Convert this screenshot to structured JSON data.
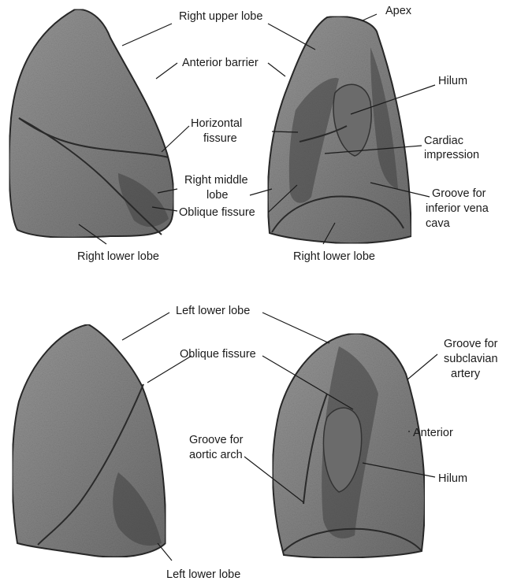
{
  "colors": {
    "lung_fill": "#8a8a8a",
    "lung_dark": "#4a4a4a",
    "outline": "#2b2b2b",
    "text": "#1a1a1a",
    "background": "#ffffff"
  },
  "right_lung": {
    "lateral_labels": {
      "upper_lobe": "Right upper lobe",
      "anterior_barrier": "Anterior barrier",
      "horizontal_fissure": [
        "Horizontal",
        "fissure"
      ],
      "middle_lobe": [
        "Right middle",
        "lobe"
      ],
      "oblique_fissure": "Oblique fissure",
      "lower_lobe": "Right lower lobe"
    },
    "medial_labels": {
      "apex": "Apex",
      "hilum": "Hilum",
      "cardiac_impression": [
        "Cardiac",
        "impression"
      ],
      "groove_ivc": [
        "Groove for",
        "inferior vena",
        "cava"
      ],
      "lower_lobe": "Right lower lobe"
    }
  },
  "left_lung": {
    "labels": {
      "lower_lobe_top": "Left lower lobe",
      "oblique_fissure": "Oblique fissure",
      "groove_subclavian": [
        "Groove for",
        "subclavian",
        "artery"
      ],
      "anterior": "Anterior",
      "groove_aortic": [
        "Groove for",
        "aortic arch"
      ],
      "hilum": "Hilum",
      "lower_lobe_bottom": "Left lower lobe"
    }
  }
}
